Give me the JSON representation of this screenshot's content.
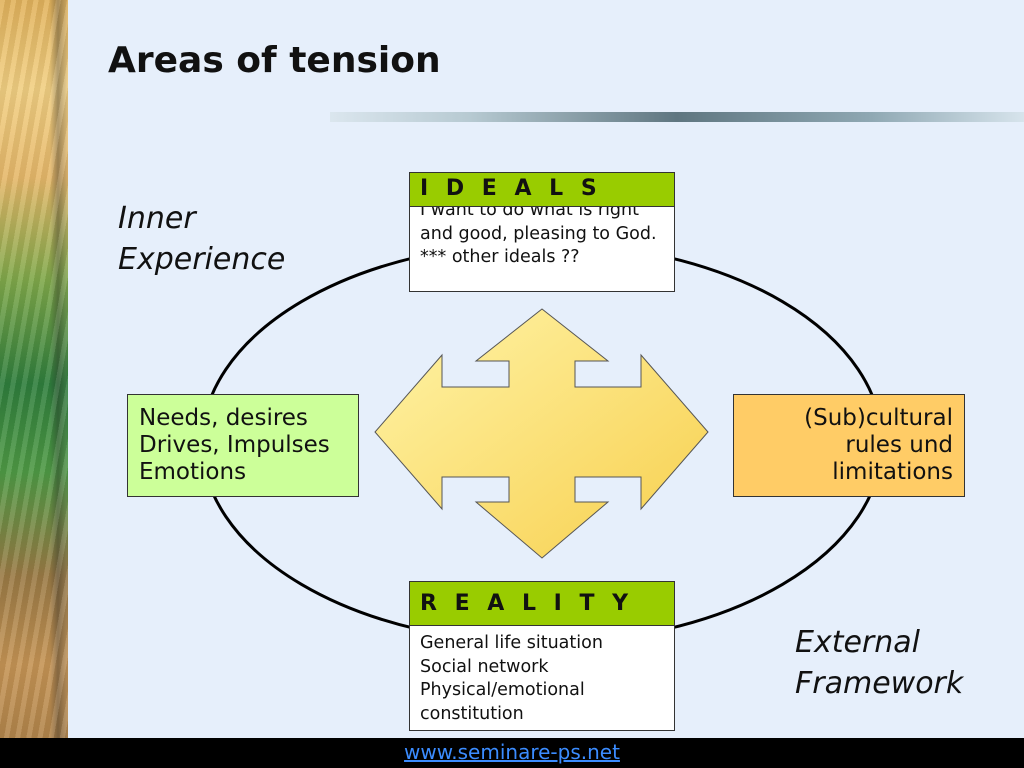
{
  "slide": {
    "title": "Areas of tension",
    "inner_label": "Inner\nExperience",
    "external_label": "External\nFramework"
  },
  "ideals": {
    "header": "I D E A L S",
    "body": "I want to do what is right and good, pleasing to God.\n*** other ideals ??"
  },
  "reality": {
    "header": "R E A L I T Y",
    "body": "General life situation\nSocial network\nPhysical/emotional constitution"
  },
  "needs": {
    "text": "Needs, desires\nDrives, Impulses\nEmotions"
  },
  "cultural": {
    "text": "(Sub)cultural\nrules und \nlimitations"
  },
  "footer": {
    "link": "www.seminare-ps.net"
  },
  "colors": {
    "header_green": "#99cc00",
    "needs_green": "#ccff99",
    "cultural_orange": "#ffcc66",
    "arrow_yellow": "#ffe066",
    "background": "#e6effb"
  }
}
